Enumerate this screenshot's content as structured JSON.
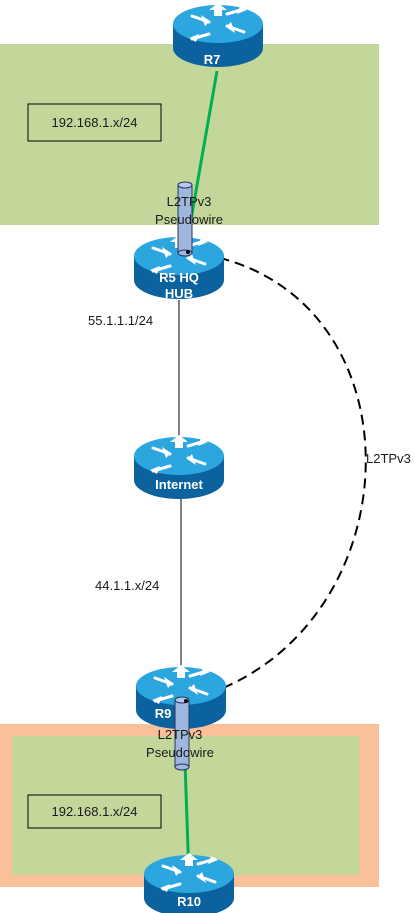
{
  "colors": {
    "site_fill": "#c4d79b",
    "branch_border": "#f9c09a",
    "router_top": "#2aa5dd",
    "router_side": "#0a5f9a",
    "wire_green": "#00b050",
    "tunnel_fill": "#9fb6dd"
  },
  "subnets": {
    "hq": "192.168.1.x/24",
    "branch": "192.168.1.x/24"
  },
  "routers": {
    "r7": "R7",
    "r5_line1": "R5 HQ",
    "r5_line2": "HUB",
    "internet": "Internet",
    "r9": "R9",
    "r10": "R10"
  },
  "links": {
    "hq_wan": "55.1.1.1/24",
    "branch_wan": "44.1.1.x/24",
    "tunnel": "L2TPv3"
  },
  "pseudowire": {
    "top_line1": "L2TPv3",
    "top_line2": "Pseudowire",
    "bottom_line1": "L2TPv3",
    "bottom_line2": "Pseudowire"
  },
  "icons": [
    "router-icon"
  ]
}
